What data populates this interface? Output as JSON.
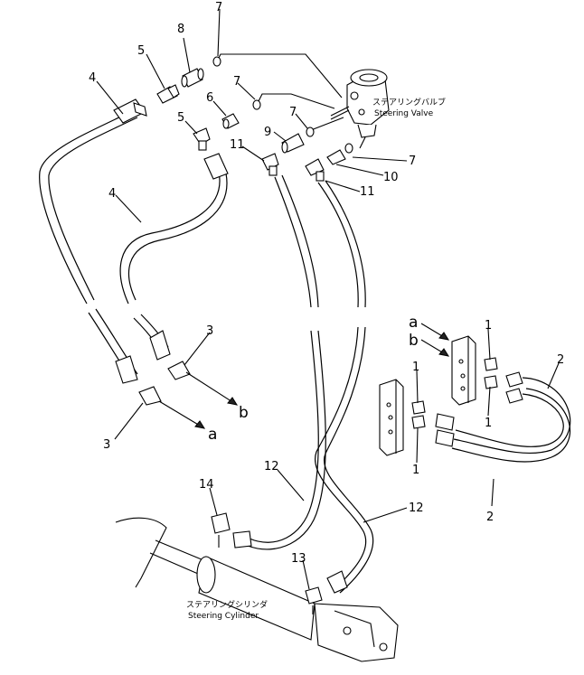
{
  "diagram": {
    "callouts": {
      "c1a": "1",
      "c1b": "1",
      "c1c": "1",
      "c1d": "1",
      "c2a": "2",
      "c2b": "2",
      "c3a": "3",
      "c3b": "3",
      "c4a": "4",
      "c4b": "4",
      "c5a": "5",
      "c5b": "5",
      "c6": "6",
      "c7a": "7",
      "c7b": "7",
      "c7c": "7",
      "c7d": "7",
      "c8": "8",
      "c9": "9",
      "c10": "10",
      "c11a": "11",
      "c11b": "11",
      "c12a": "12",
      "c12b": "12",
      "c13": "13",
      "c14": "14"
    },
    "port_letters": {
      "a_arrow": "a",
      "b_arrow": "b",
      "a_block": "a",
      "b_block": "b"
    },
    "labels": {
      "steering_valve_jp": "ステアリングバルブ",
      "steering_valve_en": "Steering Valve",
      "steering_cylinder_jp": "ステアリングシリンダ",
      "steering_cylinder_en": "Steering Cylinder"
    }
  }
}
